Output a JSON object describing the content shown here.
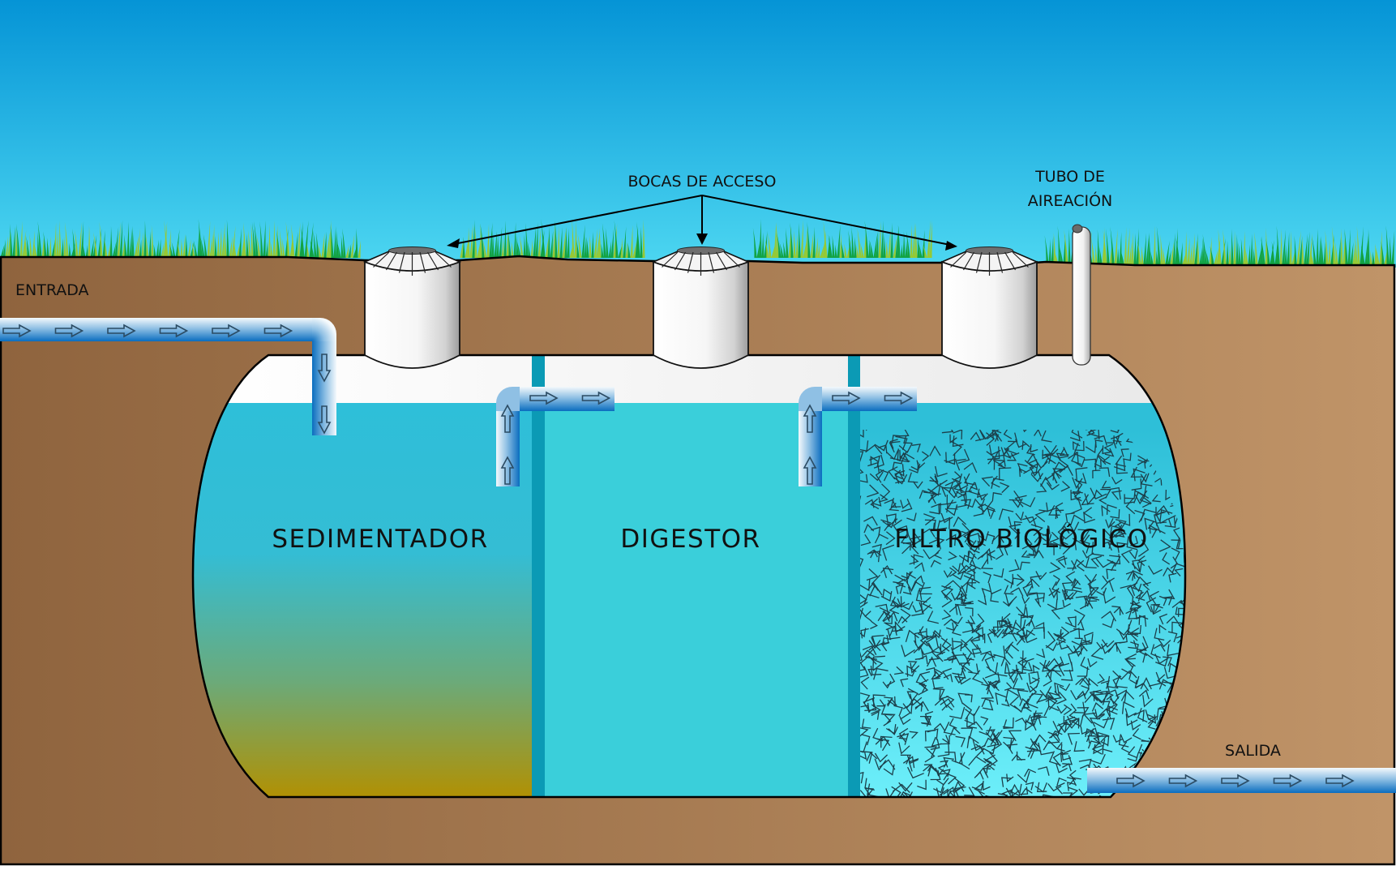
{
  "diagram": {
    "title": "Sistema de tratamiento séptico con filtro biológico",
    "labels": {
      "entrada": "ENTRADA",
      "salida": "SALIDA",
      "bocas_de_acceso": "BOCAS DE ACCESO",
      "tubo_de_aireacion_line1": "TUBO DE",
      "tubo_de_aireacion_line2": "AIREACIÓN"
    },
    "compartments": [
      {
        "id": "sedimentador",
        "label": "SEDIMENTADOR"
      },
      {
        "id": "digestor",
        "label": "DIGESTOR"
      },
      {
        "id": "filtro",
        "label": "FILTRO BIOLÓGICO"
      }
    ],
    "access_covers_count": 3,
    "flow": {
      "inlet_arrows": 6,
      "inlet_down_arrows": 2,
      "transfer_1_up_arrows": 2,
      "transfer_1_right_arrows": 2,
      "transfer_2_up_arrows": 2,
      "transfer_2_right_arrows": 2,
      "outlet_arrows": 5
    },
    "colors": {
      "sky_top": "#0594D6",
      "sky_bottom": "#4DD7F1",
      "soil_left": "#8F643E",
      "soil_right": "#C09468",
      "tank_headspace": "#FFFFFF",
      "sedimentador_top": "#2EBFD9",
      "sedimentador_bottom": "#B39000",
      "digestor": "#3ACFDA",
      "filtro_top": "#2EBFD8",
      "filtro_bottom": "#6DEFFA",
      "divider": "#0B9AB5",
      "pipe_light": "#F2F8FC",
      "pipe_dark": "#0A6DBF",
      "grass_dark": "#10A03A",
      "grass_light": "#9AC82A"
    }
  }
}
